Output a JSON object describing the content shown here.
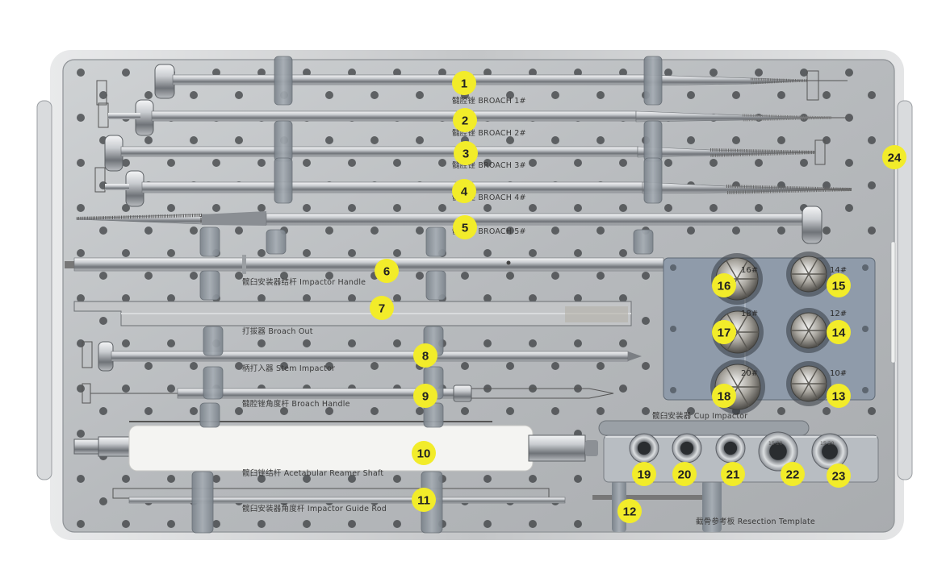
{
  "colors": {
    "callout_fill": "#f2ec2a",
    "tray_metal": "#b9bcbf",
    "silicone_clip": "#8f979f",
    "cup_panel": "#8c98a6",
    "acetabular_reamer_sleeve": "#f4f4f2"
  },
  "instrument_labels": [
    "髓腔锉 BROACH 1#",
    "髓腔锉 BROACH 2#",
    "髓腔锉 BROACH 3#",
    "髓腔锉 BROACH 4#",
    "髓腔锉 BROACH 5#",
    "髋臼安装器结杆 Impactor Handle",
    "打拔器 Broach Out",
    "柄打入器 Stem Impactor",
    "髓腔锉角度杆 Broach Handle",
    "髋臼锉结杆 Acetabular Reamer Shaft",
    "髋臼安装器角度杆 Impactor Guide Rod",
    "髋臼安装器 Cup Impactor",
    "截骨参考板 Resection Template"
  ],
  "cup_sizes": [
    "16#",
    "14#",
    "18#",
    "12#",
    "20#",
    "10#"
  ],
  "liner_ring_sizes": [
    "15-20",
    "15-20"
  ],
  "callouts": [
    "1",
    "2",
    "3",
    "4",
    "5",
    "6",
    "7",
    "8",
    "9",
    "10",
    "11",
    "12",
    "13",
    "14",
    "15",
    "16",
    "17",
    "18",
    "19",
    "20",
    "21",
    "22",
    "23",
    "24"
  ]
}
